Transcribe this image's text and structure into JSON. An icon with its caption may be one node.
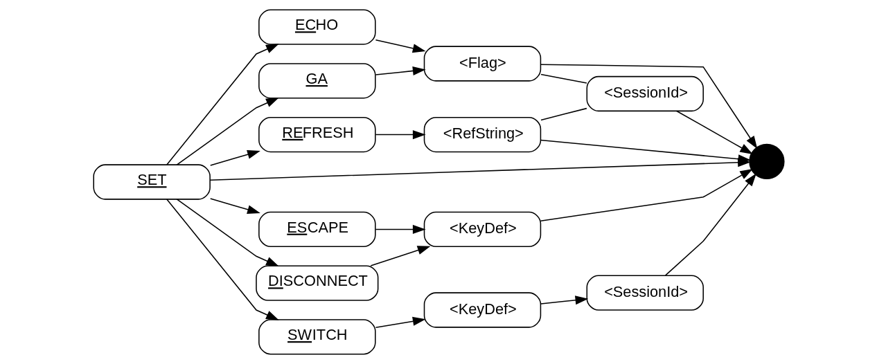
{
  "diagram": {
    "nodes": [
      {
        "text": [
          "ECHO"
        ]
      },
      {
        "text": [
          "<Flag>"
        ]
      },
      {
        "text": [
          "<SessionId>"
        ]
      },
      {
        "text": [
          "GA"
        ]
      },
      {
        "text": [
          "SET"
        ]
      },
      {
        "text": [
          "REFRESH"
        ]
      },
      {
        "text": [
          "<RefString>"
        ]
      },
      {
        "text": [],
        "shape": "circle"
      },
      {
        "text": [
          "ESCAPE"
        ]
      },
      {
        "text": [
          "<KeyDef>"
        ]
      },
      {
        "text": [
          "DISCONNECT"
        ]
      },
      {
        "text": [
          "SWITCH"
        ]
      },
      {
        "text": [
          "<KeyDef>"
        ]
      },
      {
        "text": [
          "<SessionId>"
        ]
      }
    ],
    "edges": [
      {
        "from": 4,
        "to": 7,
        "arrow": "to"
      },
      {
        "from": 4,
        "to": 0,
        "arrow": "to"
      },
      {
        "from": 4,
        "to": 3,
        "arrow": "to"
      },
      {
        "from": 4,
        "to": 5,
        "arrow": "to"
      },
      {
        "from": 4,
        "to": 8,
        "arrow": "to"
      },
      {
        "from": 4,
        "to": 10,
        "arrow": "to"
      },
      {
        "from": 4,
        "to": 11,
        "arrow": "to"
      },
      {
        "from": 0,
        "to": 1,
        "arrow": "to"
      },
      {
        "from": 3,
        "to": 1,
        "arrow": "to"
      },
      {
        "from": 1,
        "to": 2,
        "arrow": "none"
      },
      {
        "from": 1,
        "to": 7,
        "arrow": "to"
      },
      {
        "from": 2,
        "to": 7,
        "arrow": "to"
      },
      {
        "from": 5,
        "to": 6,
        "arrow": "to"
      },
      {
        "from": 6,
        "to": 2,
        "arrow": "none"
      },
      {
        "from": 6,
        "to": 7,
        "arrow": "to"
      },
      {
        "from": 8,
        "to": 9,
        "arrow": "to"
      },
      {
        "from": 10,
        "to": 9,
        "arrow": "to"
      },
      {
        "from": 9,
        "to": 7,
        "arrow": "to"
      },
      {
        "from": 11,
        "to": 12,
        "arrow": "to"
      },
      {
        "from": 12,
        "to": 13,
        "arrow": "to"
      },
      {
        "from": 13,
        "to": 7,
        "arrow": "to"
      }
    ]
  }
}
